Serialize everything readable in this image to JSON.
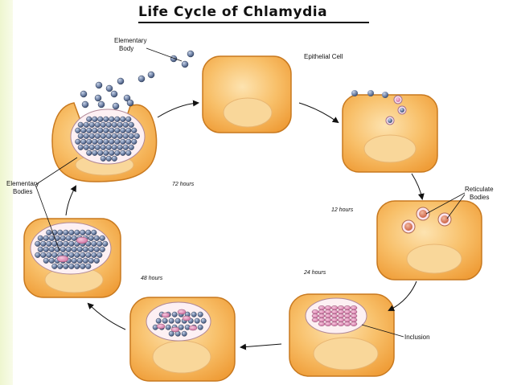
{
  "title": "Life Cycle of Chlamydia",
  "labels": {
    "elementary_body_1": "Elementary",
    "elementary_body_2": "Body",
    "epithelial_cell": "Epithelial Cell",
    "reticulate_1": "Reticulate",
    "reticulate_2": "Bodies",
    "elementary_bodies_1": "Elementary",
    "elementary_bodies_2": "Bodies",
    "inclusion": "Inclusion"
  },
  "times": {
    "t72": "72 hours",
    "t12": "12 hours",
    "t24": "24 hours",
    "t48": "48 hours"
  },
  "colors": {
    "cell_fill": "#f7b552",
    "cell_stroke": "#c8791f",
    "nucleus": "#f9d79a",
    "elementary_body": "#6f82a6",
    "reticulate_body": "#d7745a",
    "inclusion_body": "#e69ac2",
    "inclusion_bg": "#fdf0f3"
  }
}
